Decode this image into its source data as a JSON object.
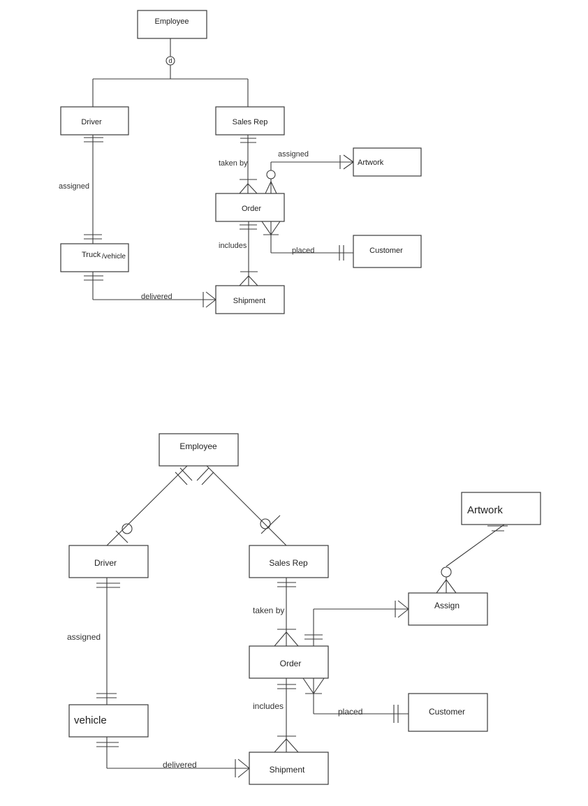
{
  "diagram1": {
    "entities": {
      "employee": "Employee",
      "driver": "Driver",
      "sales_rep": "Sales Rep",
      "artwork": "Artwork",
      "order": "Order",
      "customer": "Customer",
      "truck": "Truck",
      "truck_suffix": "/vehicle",
      "shipment": "Shipment"
    },
    "disjoint_symbol": "d",
    "relationships": {
      "assigned_driver": "assigned",
      "taken_by": "taken by",
      "assigned_artwork": "assigned",
      "includes": "includes",
      "placed": "placed",
      "delivered": "delivered"
    }
  },
  "diagram2": {
    "entities": {
      "employee": "Employee",
      "artwork": "Artwork",
      "driver": "Driver",
      "sales_rep": "Sales Rep",
      "assign": "Assign",
      "order": "Order",
      "customer": "Customer",
      "vehicle": "vehicle",
      "shipment": "Shipment"
    },
    "relationships": {
      "assigned": "assigned",
      "taken_by": "taken by",
      "includes": "includes",
      "placed": "placed",
      "delivered": "delivered"
    }
  }
}
